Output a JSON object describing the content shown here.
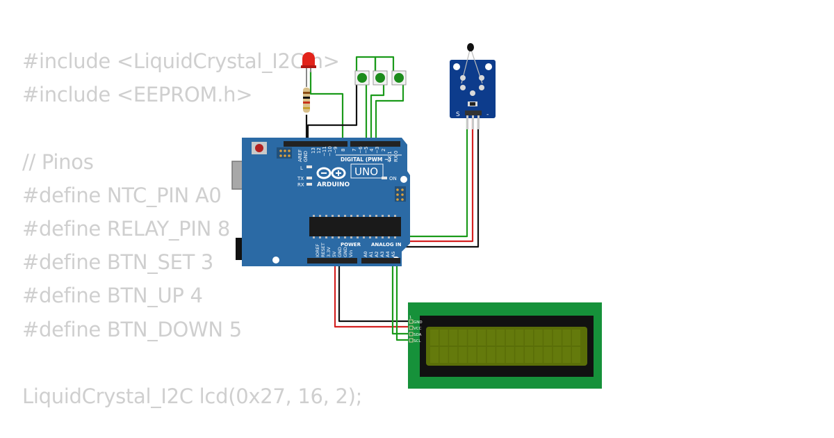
{
  "code_lines": [
    "#include <LiquidCrystal_I2C.h>",
    "#include <EEPROM.h>",
    "",
    "// Pinos",
    "#define NTC_PIN A0",
    "#define RELAY_PIN 8",
    "#define BTN_SET 3",
    "#define BTN_UP 4",
    "#define BTN_DOWN 5",
    "",
    "LiquidCrystal_I2C lcd(0x27, 16, 2);"
  ],
  "arduino": {
    "brand": "ARDUINO",
    "model": "UNO",
    "digital_header": "DIGITAL (PWM ~)",
    "power_header": "POWER",
    "analog_header": "ANALOG IN",
    "on_label": "ON",
    "l_label": "L",
    "tx_label": "TX",
    "rx_label": "RX",
    "top_pins_left": [
      "AREF",
      "GND",
      "13",
      "12",
      "~11",
      "~10",
      "~9",
      "8"
    ],
    "top_pins_right": [
      "7",
      "~6",
      "~5",
      "4",
      "~3",
      "2",
      "TX 1",
      "RX 0"
    ],
    "bottom_power_pins": [
      "IOREF",
      "RESET",
      "3.3V",
      "5V",
      "GND",
      "GND",
      "Vin"
    ],
    "bottom_analog_pins": [
      "A0",
      "A1",
      "A2",
      "A3",
      "A4",
      "A5"
    ]
  },
  "ntc_module": {
    "pin_labels": [
      "S",
      "-"
    ]
  },
  "lcd": {
    "pin_one": "1",
    "pins": [
      "GND",
      "VCC",
      "SDA",
      "SCL"
    ]
  },
  "colors": {
    "board": "#2b6aa5",
    "wire_green": "#1a9a1a",
    "wire_red": "#d42020",
    "wire_black": "#111111",
    "lcd_pcb": "#16913a",
    "lcd_screen": "#5a6e08",
    "led": "#e2231a",
    "button_cap": "#1c8c1c",
    "code_text": "#cfcfcf"
  }
}
